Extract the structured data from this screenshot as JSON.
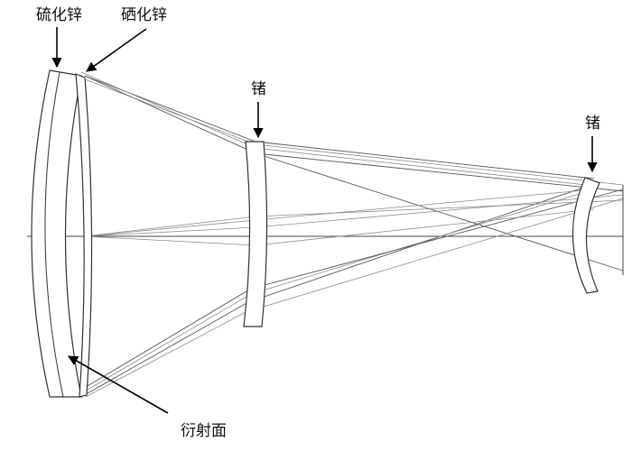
{
  "labels": {
    "zns": "硫化锌",
    "znse": "硒化锌",
    "ge1": "锗",
    "ge2": "锗",
    "diffractive": "衍射面"
  }
}
